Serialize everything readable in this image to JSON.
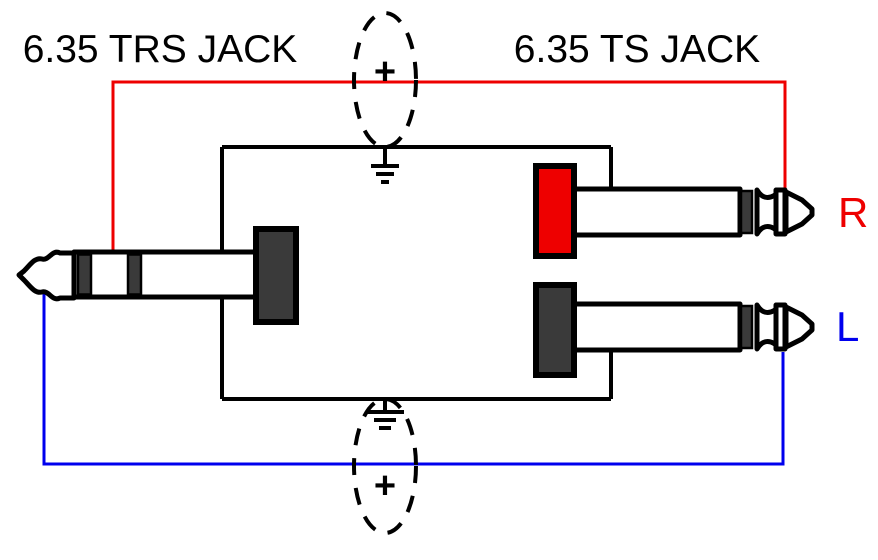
{
  "diagram": {
    "title_left": "6.35 TRS JACK",
    "title_right": "6.35 TS JACK",
    "label_right_channel": "R",
    "label_left_channel": "L",
    "phase_plus_top": "+",
    "phase_plus_bottom": "+",
    "colors": {
      "right_signal": "#ee0000",
      "left_signal": "#0000ee",
      "red_band": "#ee0000",
      "dark_band": "#3a3a3a",
      "outline": "#000000"
    }
  }
}
